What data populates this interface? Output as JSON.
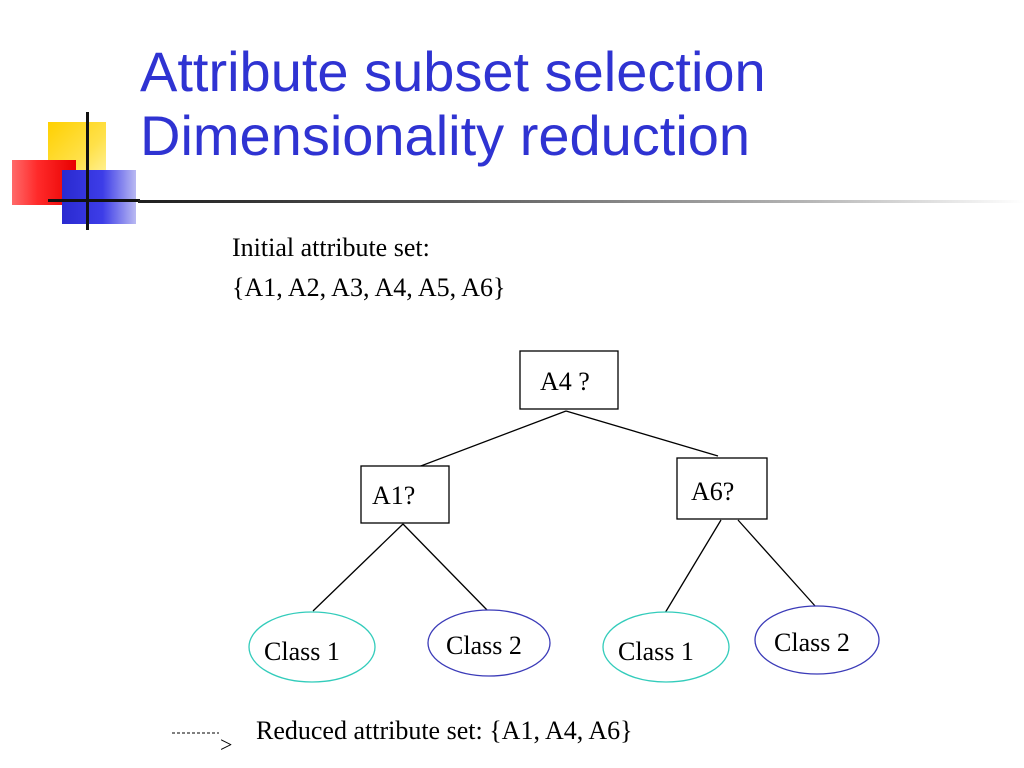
{
  "slide": {
    "title_line1": "Attribute subset selection",
    "title_line2": "Dimensionality reduction",
    "initial_label": "Initial attribute set:",
    "initial_set": "{A1, A2, A3, A4, A5, A6}",
    "arrow_symbol": ">",
    "reduced_label": "Reduced attribute set:  {A1, A4, A6}"
  },
  "tree": {
    "root": "A4 ?",
    "left_node": "A1?",
    "right_node": "A6?",
    "leaf_left_1": "Class 1",
    "leaf_left_2": "Class 2",
    "leaf_right_1": "Class 1",
    "leaf_right_2": "Class 2"
  },
  "colors": {
    "title": "#2f33d2",
    "class1_border": "#33ccbb",
    "class2_border": "#3b3bb8"
  }
}
